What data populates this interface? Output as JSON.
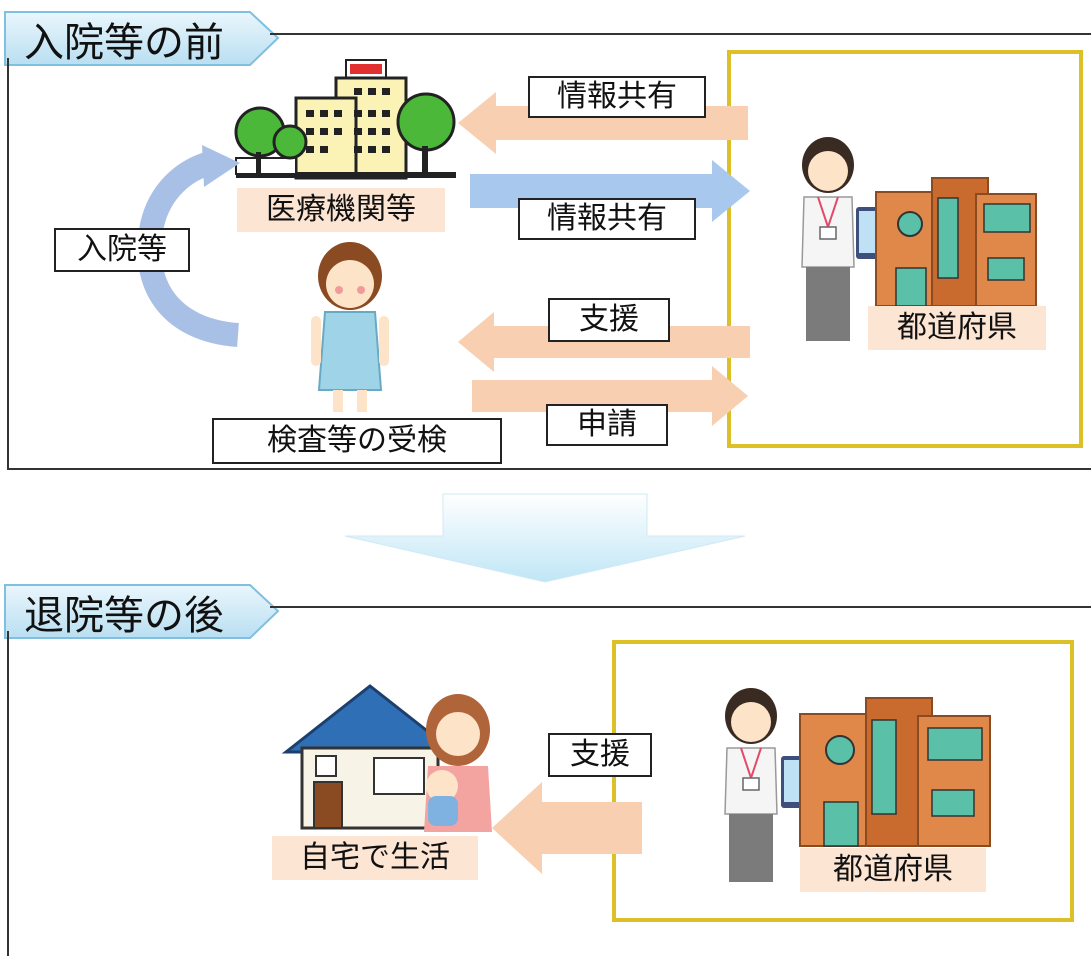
{
  "sections": {
    "before": {
      "title": "入院等の前"
    },
    "after": {
      "title": "退院等の後"
    }
  },
  "labels": {
    "hospital": "医療機関等",
    "admission": "入院等",
    "patient_exam": "検査等の受検",
    "info_share_out": "情報共有",
    "info_share_in": "情報共有",
    "support_before": "支援",
    "application": "申請",
    "prefecture_before": "都道府県",
    "support_after": "支援",
    "prefecture_after": "都道府県",
    "home_life": "自宅で生活"
  },
  "colors": {
    "tab_fill": "#d6ecf8",
    "arrow_orange": "#f8cfb0",
    "arrow_blue": "#a9c8ee",
    "frame_yellow": "#ddbf28",
    "label_peach": "#fde5d4",
    "down_arrow": "#bfe6f6"
  }
}
